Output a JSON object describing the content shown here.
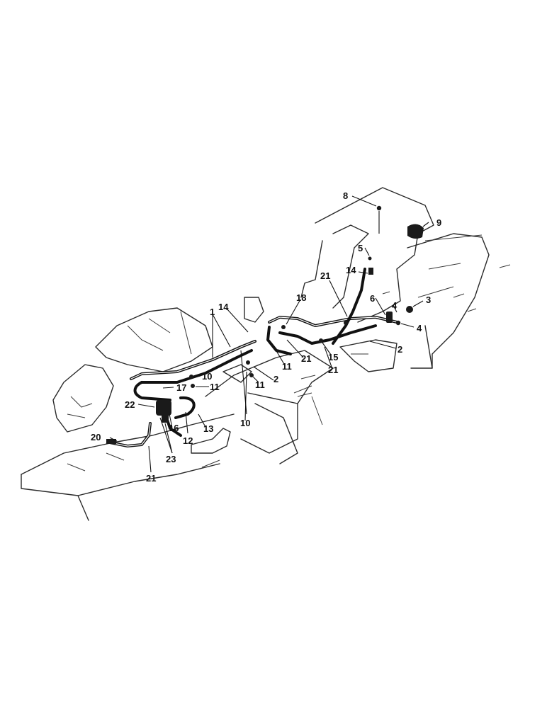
{
  "callouts": [
    {
      "id": "c8",
      "label": "8"
    },
    {
      "id": "c9",
      "label": "9"
    },
    {
      "id": "c5",
      "label": "5"
    },
    {
      "id": "c14a",
      "label": "14"
    },
    {
      "id": "c21a",
      "label": "21"
    },
    {
      "id": "c18",
      "label": "18"
    },
    {
      "id": "c3",
      "label": "3"
    },
    {
      "id": "c6",
      "label": "6"
    },
    {
      "id": "c4a",
      "label": "4"
    },
    {
      "id": "c4b",
      "label": "4"
    },
    {
      "id": "c2a",
      "label": "2"
    },
    {
      "id": "c14b",
      "label": "14"
    },
    {
      "id": "c1",
      "label": "1"
    },
    {
      "id": "c15",
      "label": "15"
    },
    {
      "id": "c21b",
      "label": "21"
    },
    {
      "id": "c21c",
      "label": "21"
    },
    {
      "id": "c11a",
      "label": "11"
    },
    {
      "id": "c11b",
      "label": "11"
    },
    {
      "id": "c2b",
      "label": "2"
    },
    {
      "id": "c10a",
      "label": "10"
    },
    {
      "id": "c17",
      "label": "17"
    },
    {
      "id": "c11c",
      "label": "11"
    },
    {
      "id": "c22",
      "label": "22"
    },
    {
      "id": "c16",
      "label": "16"
    },
    {
      "id": "c12",
      "label": "12"
    },
    {
      "id": "c13",
      "label": "13"
    },
    {
      "id": "c10b",
      "label": "10"
    },
    {
      "id": "c20",
      "label": "20"
    },
    {
      "id": "c23",
      "label": "23"
    },
    {
      "id": "c21d",
      "label": "21"
    }
  ]
}
